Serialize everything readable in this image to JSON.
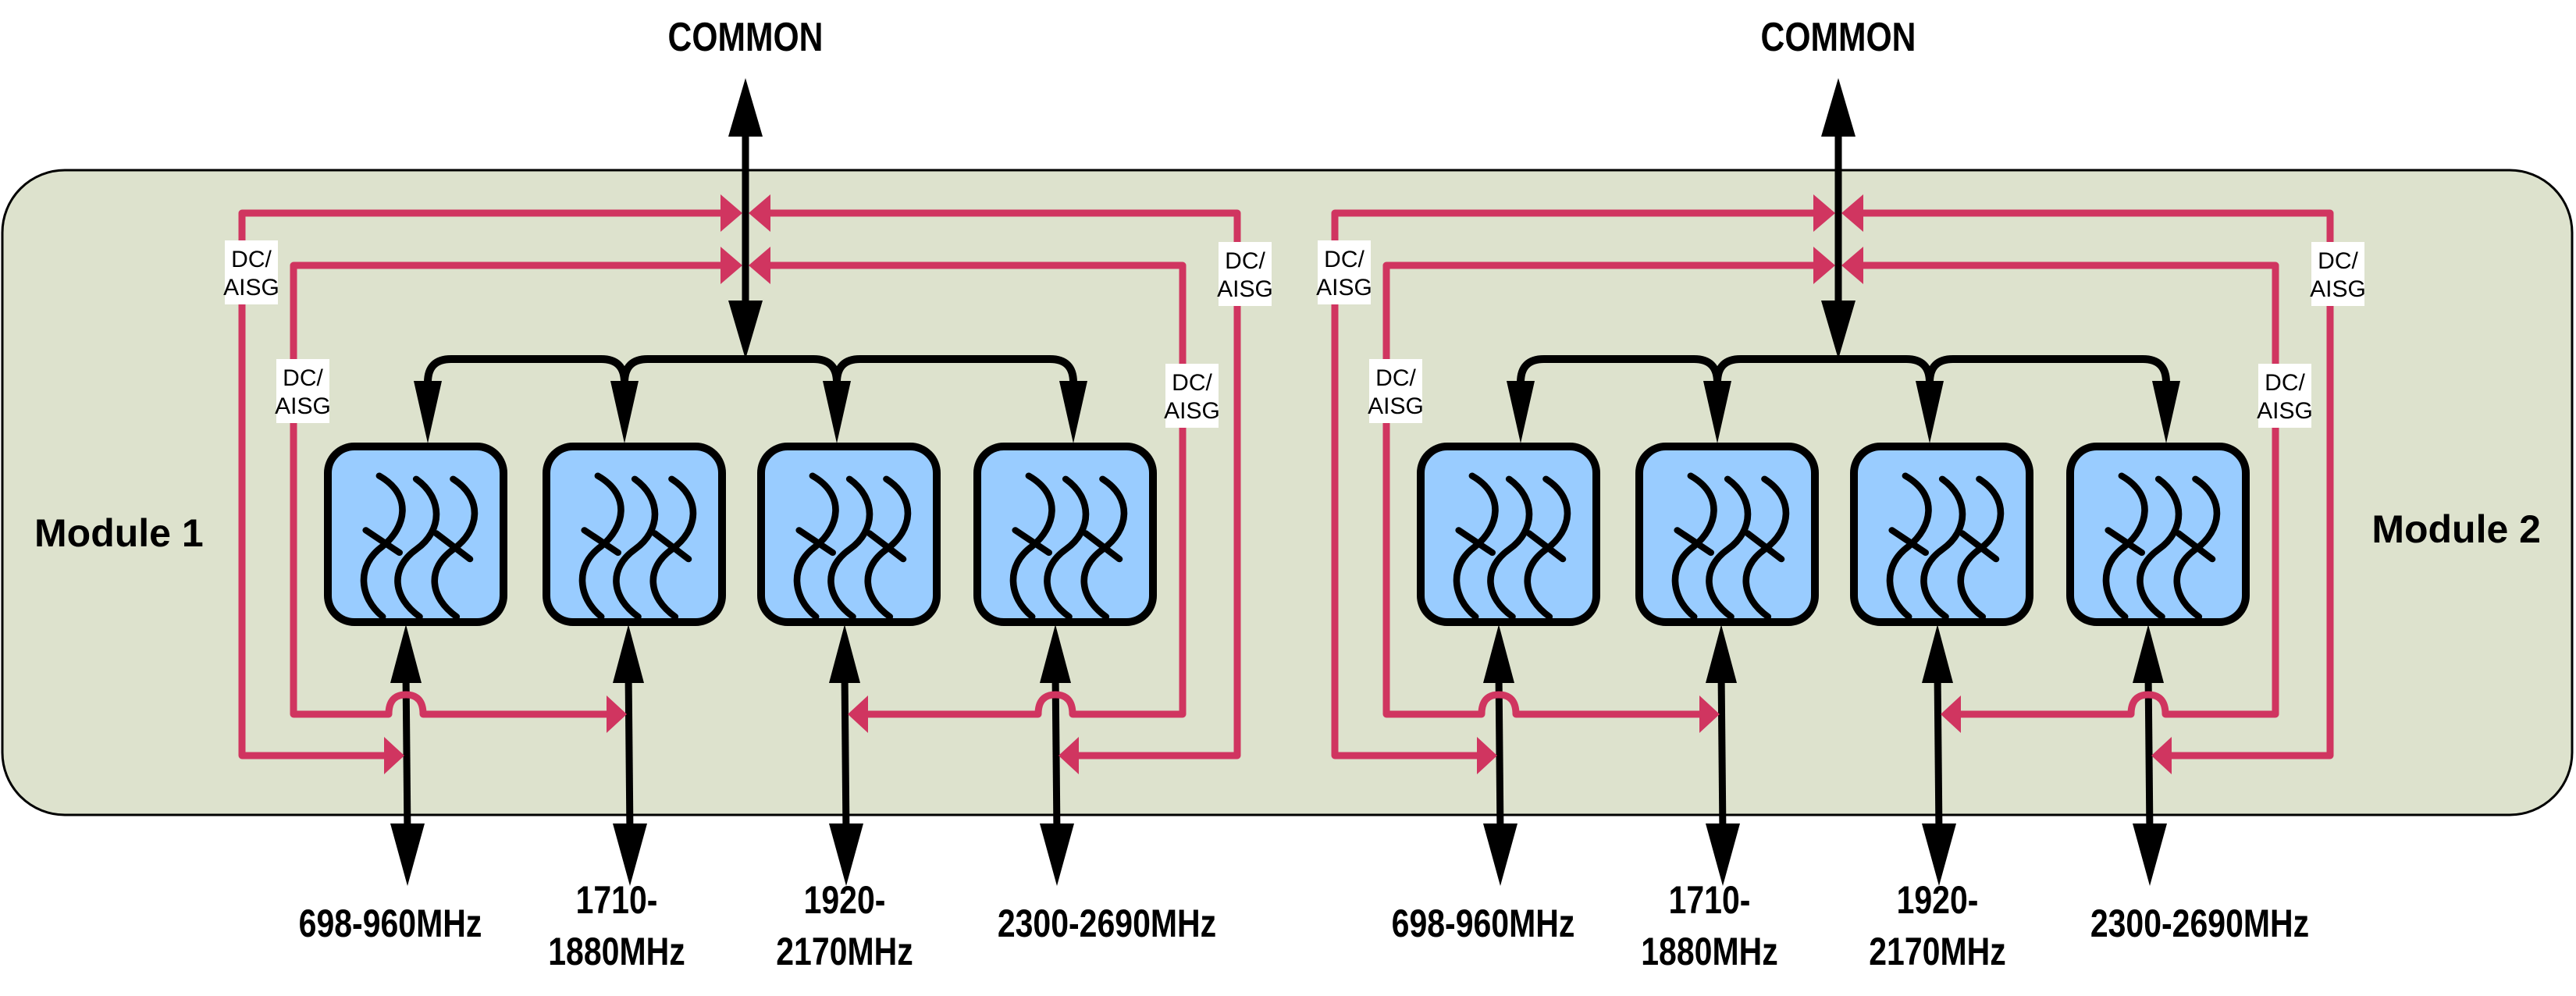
{
  "diagram": {
    "colors": {
      "panel_fill": "#dde2cd",
      "panel_stroke": "#000000",
      "filter_fill": "#99ccff",
      "rf_line": "#000000",
      "dc_line": "#d03560",
      "label_bg": "#ffffff"
    },
    "modules": [
      {
        "name": "Module 1",
        "common_label": "COMMON",
        "dc_labels": [
          "DC/\nAISG",
          "DC/\nAISG",
          "DC/\nAISG",
          "DC/\nAISG"
        ],
        "bands": [
          {
            "label_lines": [
              "698-960MHz"
            ]
          },
          {
            "label_lines": [
              "1710-",
              "1880MHz"
            ]
          },
          {
            "label_lines": [
              "1920-",
              "2170MHz"
            ]
          },
          {
            "label_lines": [
              "2300-2690MHz"
            ]
          }
        ]
      },
      {
        "name": "Module 2",
        "common_label": "COMMON",
        "dc_labels": [
          "DC/\nAISG",
          "DC/\nAISG",
          "DC/\nAISG",
          "DC/\nAISG"
        ],
        "bands": [
          {
            "label_lines": [
              "698-960MHz"
            ]
          },
          {
            "label_lines": [
              "1710-",
              "1880MHz"
            ]
          },
          {
            "label_lines": [
              "1920-",
              "2170MHz"
            ]
          },
          {
            "label_lines": [
              "2300-2690MHz"
            ]
          }
        ]
      }
    ]
  }
}
